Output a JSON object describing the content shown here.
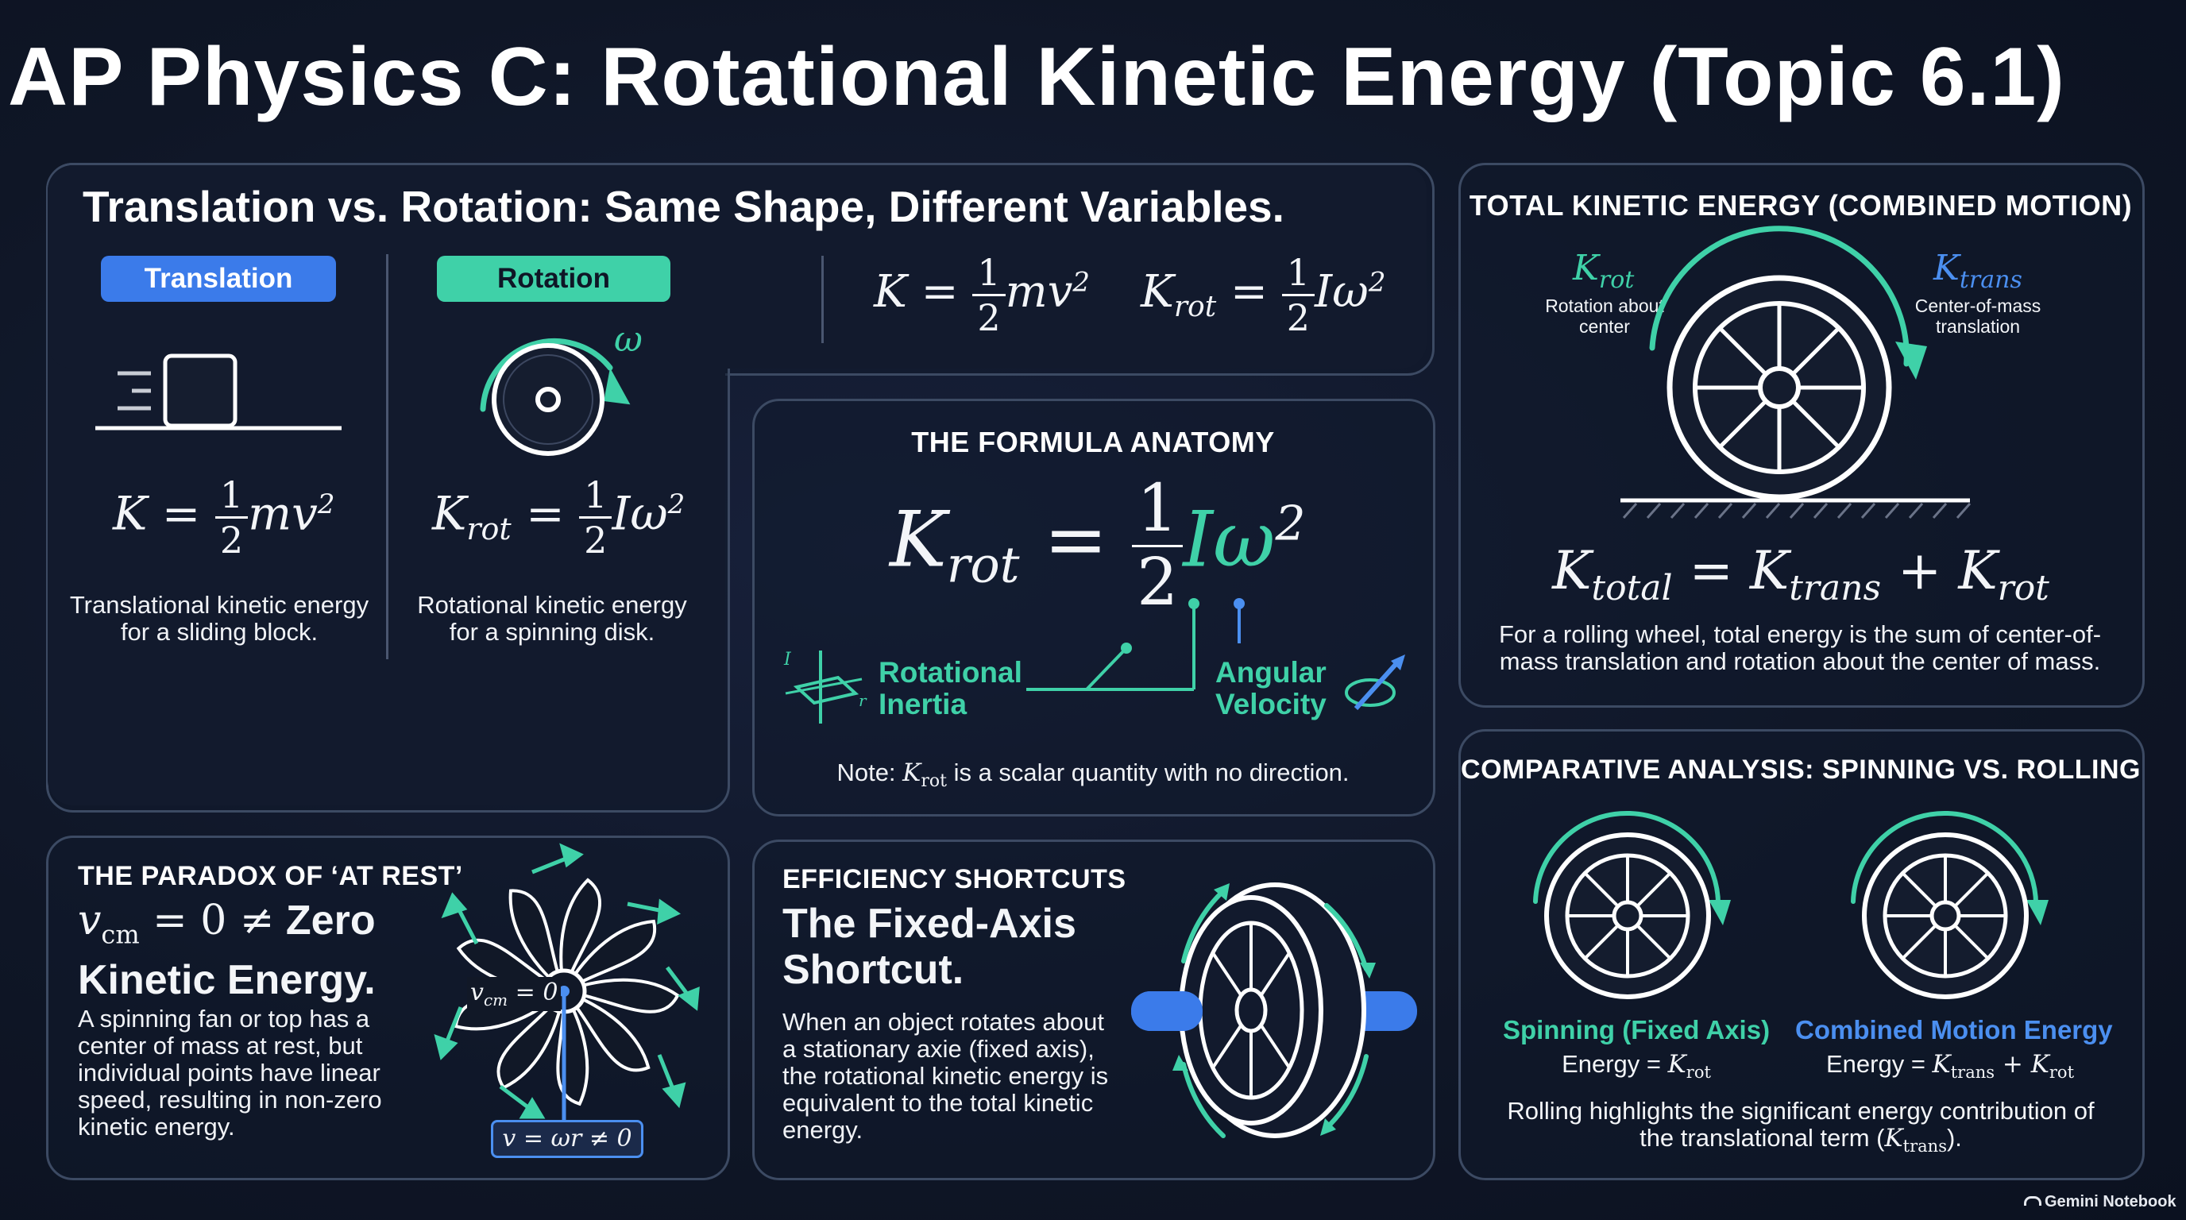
{
  "title": "AP Physics C: Rotational Kinetic Energy (Topic 6.1)",
  "translation_panel": {
    "heading": "Translation vs. Rotation: Same Shape, Different Variables.",
    "translation_label": "Translation",
    "rotation_label": "Rotation",
    "omega_symbol": "ω",
    "translation_caption": "Translational kinetic energy for a sliding block.",
    "rotation_caption": "Rotational kinetic energy for a spinning disk."
  },
  "formula_panel": {
    "heading": "THE FORMULA ANATOMY",
    "inertia_label_1": "Rotational",
    "inertia_label_2": "Inertia",
    "velocity_label_1": "Angular",
    "velocity_label_2": "Velocity",
    "note_prefix": "Note: ",
    "note_suffix": " is a scalar quantity with no direction."
  },
  "total_panel": {
    "heading": "TOTAL KINETIC ENERGY (COMBINED MOTION)",
    "rot_desc_1": "Rotation about",
    "rot_desc_2": "center",
    "trans_desc_1": "Center-of-mass",
    "trans_desc_2": "translation",
    "caption": "For a rolling wheel, total energy is the sum of center-of-mass translation and rotation about the center of mass."
  },
  "paradox_panel": {
    "heading": "THE PARADOX OF ‘AT REST’",
    "headline_suffix": " Zero",
    "headline_line2": "Kinetic Energy.",
    "body": "A spinning fan or top has a center of mass at rest, but individual points have linear speed, resulting in non-zero kinetic energy."
  },
  "shortcut_panel": {
    "heading": "EFFICIENCY SHORTCUTS",
    "headline_1": "The Fixed-Axis",
    "headline_2": "Shortcut.",
    "body": "When an object rotates about a stationary axie (fixed axis), the rotational kinetic energy is equivalent to the total kinetic energy."
  },
  "compare_panel": {
    "heading": "COMPARATIVE ANALYSIS: SPINNING VS. ROLLING",
    "spinning_label": "Spinning (Fixed Axis)",
    "combined_label": "Combined Motion Energy",
    "energy_prefix": "Energy = ",
    "caption_1": "Rolling highlights the significant energy contribution of",
    "caption_2_prefix": "the translational term (",
    "caption_2_suffix": ")."
  },
  "watermark": "Gemini Notebook",
  "colors": {
    "teal": "#3fd1a8",
    "blue": "#4b8ff0",
    "panel_border": "#3c4a63",
    "background": "#0f1626"
  }
}
